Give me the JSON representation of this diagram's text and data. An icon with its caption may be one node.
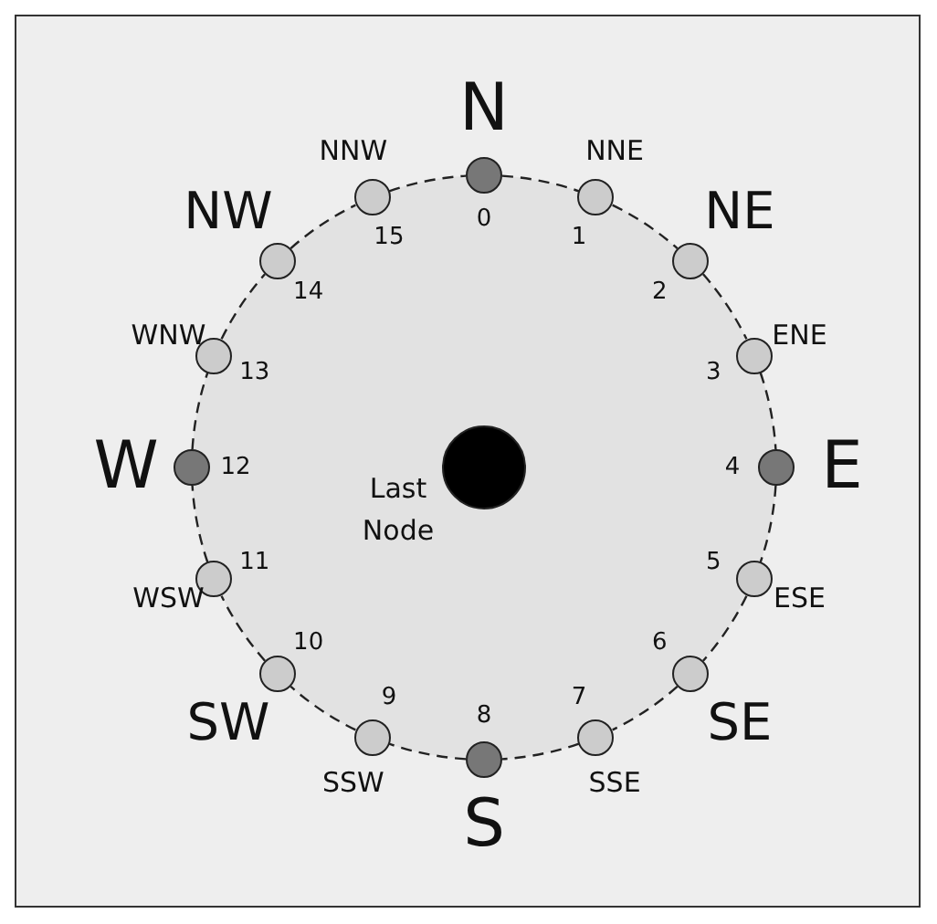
{
  "diagram": {
    "nodes": [
      {
        "text": [],
        "shape": "circle",
        "beside": [
          "0",
          "N"
        ]
      },
      {
        "text": [],
        "shape": "circle",
        "beside": [
          "1",
          "NNE"
        ]
      },
      {
        "text": [],
        "shape": "circle",
        "beside": [
          "2",
          "NE"
        ]
      },
      {
        "text": [],
        "shape": "circle",
        "beside": [
          "3",
          "ENE"
        ]
      },
      {
        "text": [],
        "shape": "circle",
        "beside": [
          "4",
          "E"
        ]
      },
      {
        "text": [],
        "shape": "circle",
        "beside": [
          "5",
          "ESE"
        ]
      },
      {
        "text": [],
        "shape": "circle",
        "beside": [
          "6",
          "SE"
        ]
      },
      {
        "text": [],
        "shape": "circle",
        "beside": [
          "7",
          "SSE"
        ]
      },
      {
        "text": [],
        "shape": "circle",
        "beside": [
          "8",
          "S"
        ]
      },
      {
        "text": [],
        "shape": "circle",
        "beside": [
          "9",
          "SSW"
        ]
      },
      {
        "text": [],
        "shape": "circle",
        "beside": [
          "10",
          "SW"
        ]
      },
      {
        "text": [],
        "shape": "circle",
        "beside": [
          "11",
          "WSW"
        ]
      },
      {
        "text": [],
        "shape": "circle",
        "beside": [
          "12",
          "W"
        ]
      },
      {
        "text": [],
        "shape": "circle",
        "beside": [
          "13",
          "WNW"
        ]
      },
      {
        "text": [],
        "shape": "circle",
        "beside": [
          "14",
          "NW"
        ]
      },
      {
        "text": [],
        "shape": "circle",
        "beside": [
          "15",
          "NNW"
        ]
      },
      {
        "text": [],
        "shape": "circle",
        "beside": [
          "Last Node"
        ]
      }
    ],
    "edges": [
      {
        "from": 0,
        "to": 1,
        "arrow": "none",
        "style": "dashed"
      },
      {
        "from": 1,
        "to": 2,
        "arrow": "none",
        "style": "dashed"
      },
      {
        "from": 2,
        "to": 3,
        "arrow": "none",
        "style": "dashed"
      },
      {
        "from": 3,
        "to": 4,
        "arrow": "none",
        "style": "dashed"
      },
      {
        "from": 4,
        "to": 5,
        "arrow": "none",
        "style": "dashed"
      },
      {
        "from": 5,
        "to": 6,
        "arrow": "none",
        "style": "dashed"
      },
      {
        "from": 6,
        "to": 7,
        "arrow": "none",
        "style": "dashed"
      },
      {
        "from": 7,
        "to": 8,
        "arrow": "none",
        "style": "dashed"
      },
      {
        "from": 8,
        "to": 9,
        "arrow": "none",
        "style": "dashed"
      },
      {
        "from": 9,
        "to": 10,
        "arrow": "none",
        "style": "dashed"
      },
      {
        "from": 10,
        "to": 11,
        "arrow": "none",
        "style": "dashed"
      },
      {
        "from": 11,
        "to": 12,
        "arrow": "none",
        "style": "dashed"
      },
      {
        "from": 12,
        "to": 13,
        "arrow": "none",
        "style": "dashed"
      },
      {
        "from": 13,
        "to": 14,
        "arrow": "none",
        "style": "dashed"
      },
      {
        "from": 14,
        "to": 15,
        "arrow": "none",
        "style": "dashed"
      },
      {
        "from": 15,
        "to": 0,
        "arrow": "none",
        "style": "dashed"
      }
    ]
  }
}
